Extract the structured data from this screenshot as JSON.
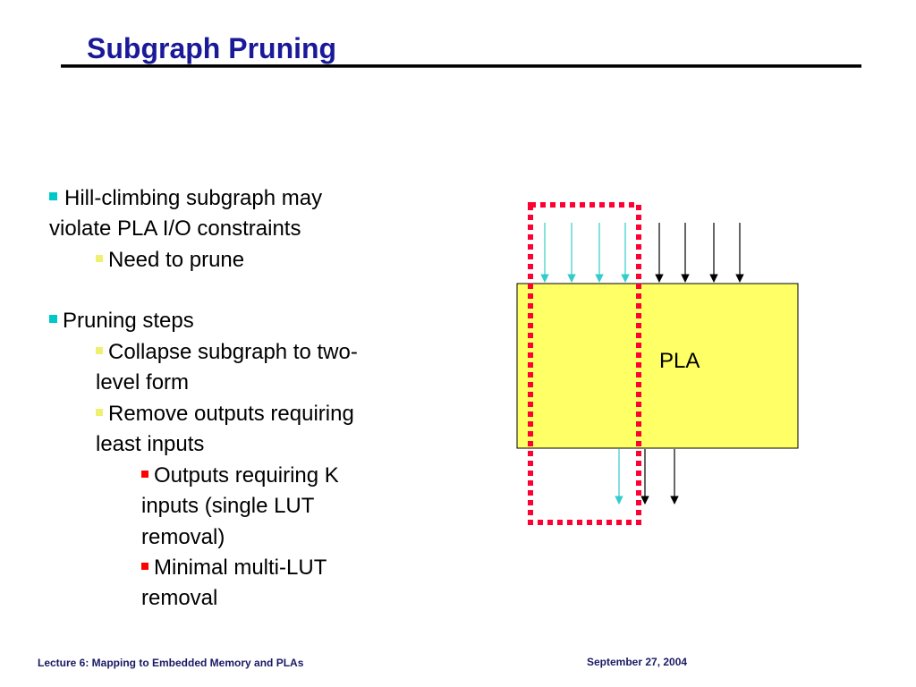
{
  "slide": {
    "title": "Subgraph Pruning",
    "bullets": {
      "b1_line1": "Hill-climbing subgraph may",
      "b1_line2": "violate PLA I/O constraints",
      "b1_sub1": "Need to prune",
      "b2": "Pruning steps",
      "b2_sub1_line1": "Collapse subgraph to  two-",
      "b2_sub1_line2": "level form",
      "b2_sub2_line1": "Remove outputs requiring",
      "b2_sub2_line2": "least inputs",
      "b2_sub2_sub1_line1": "Outputs requiring K",
      "b2_sub2_sub1_line2": "inputs (single LUT",
      "b2_sub2_sub1_line3": "removal)",
      "b2_sub2_sub2_line1": "Minimal multi-LUT",
      "b2_sub2_sub2_line2": "removal"
    },
    "diagram": {
      "block_label": "PLA",
      "colors": {
        "block_fill": "#ffff66",
        "pruned_arrow": "#33cccc",
        "kept_arrow": "#000000",
        "selection_outline": "#ff0033"
      }
    },
    "footer": {
      "left": "Lecture 6: Mapping to Embedded Memory and PLAs",
      "right": "September 27, 2004"
    },
    "colors": {
      "title": "#1a1a99",
      "bullet_level1": "#00c8c8",
      "bullet_level2": "#f0f070",
      "bullet_level3": "#ff0000"
    }
  }
}
